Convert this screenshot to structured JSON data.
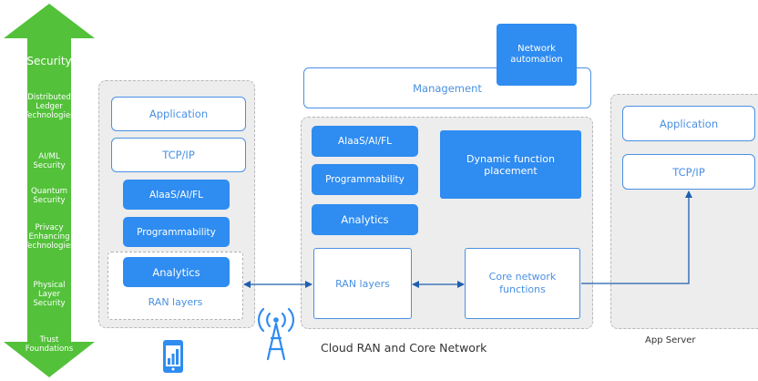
{
  "colors": {
    "arrow_green": "#53c13a",
    "accent_blue": "#2f8cf0",
    "outline_blue": "#4a90e2",
    "group_gray": "#ededed"
  },
  "security": {
    "title": "Security",
    "items": [
      "Distributed\nLedger\nTechnologies",
      "AI/ML\nSecurity",
      "Quantum\nSecurity",
      "Privacy\nEnhancing\nTechnologies",
      "Physical\nLayer\nSecurity",
      "Trust\nFoundations"
    ]
  },
  "device": {
    "application": "Application",
    "tcpip": "TCP/IP",
    "aiaas": "AIaaS/AI/FL",
    "programmability": "Programmability",
    "analytics": "Analytics",
    "ran_layers": "RAN layers",
    "icon": "smartphone-chart-icon"
  },
  "top": {
    "network_automation": "Network\nautomation",
    "management": "Management"
  },
  "cloud": {
    "aiaas": "AIaaS/AI/FL",
    "programmability": "Programmability",
    "analytics": "Analytics",
    "dynamic_function": "Dynamic function\nplacement",
    "ran_layers": "RAN layers",
    "core_functions": "Core network\nfunctions",
    "caption": "Cloud RAN and Core Network",
    "tower_icon": "radio-tower-icon"
  },
  "app_server": {
    "application": "Application",
    "tcpip": "TCP/IP",
    "caption": "App Server"
  }
}
